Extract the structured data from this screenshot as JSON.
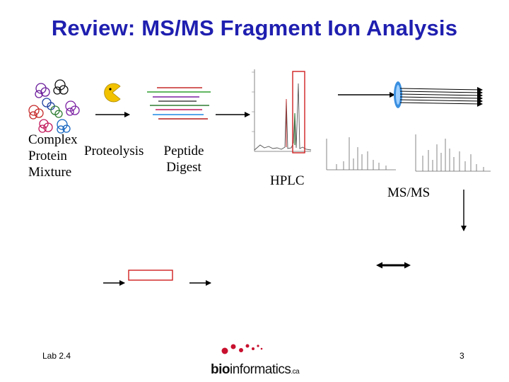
{
  "title": "Review: MS/MS Fragment Ion Analysis",
  "steps": {
    "mixture": [
      "Complex",
      "Protein",
      "Mixture"
    ],
    "proteolysis": "Proteolysis",
    "digest": [
      "Peptide",
      "Digest"
    ],
    "hplc": "HPLC",
    "msms": "MS/MS"
  },
  "footer": {
    "lab": "Lab 2.4",
    "page": "3"
  },
  "logo": {
    "bio": "bio",
    "informatics": "informatics",
    "ca": ".ca"
  },
  "colors": {
    "title": "#1f1fb0",
    "highlight_box": "#d02020",
    "logo_dots": "#c8102e"
  }
}
